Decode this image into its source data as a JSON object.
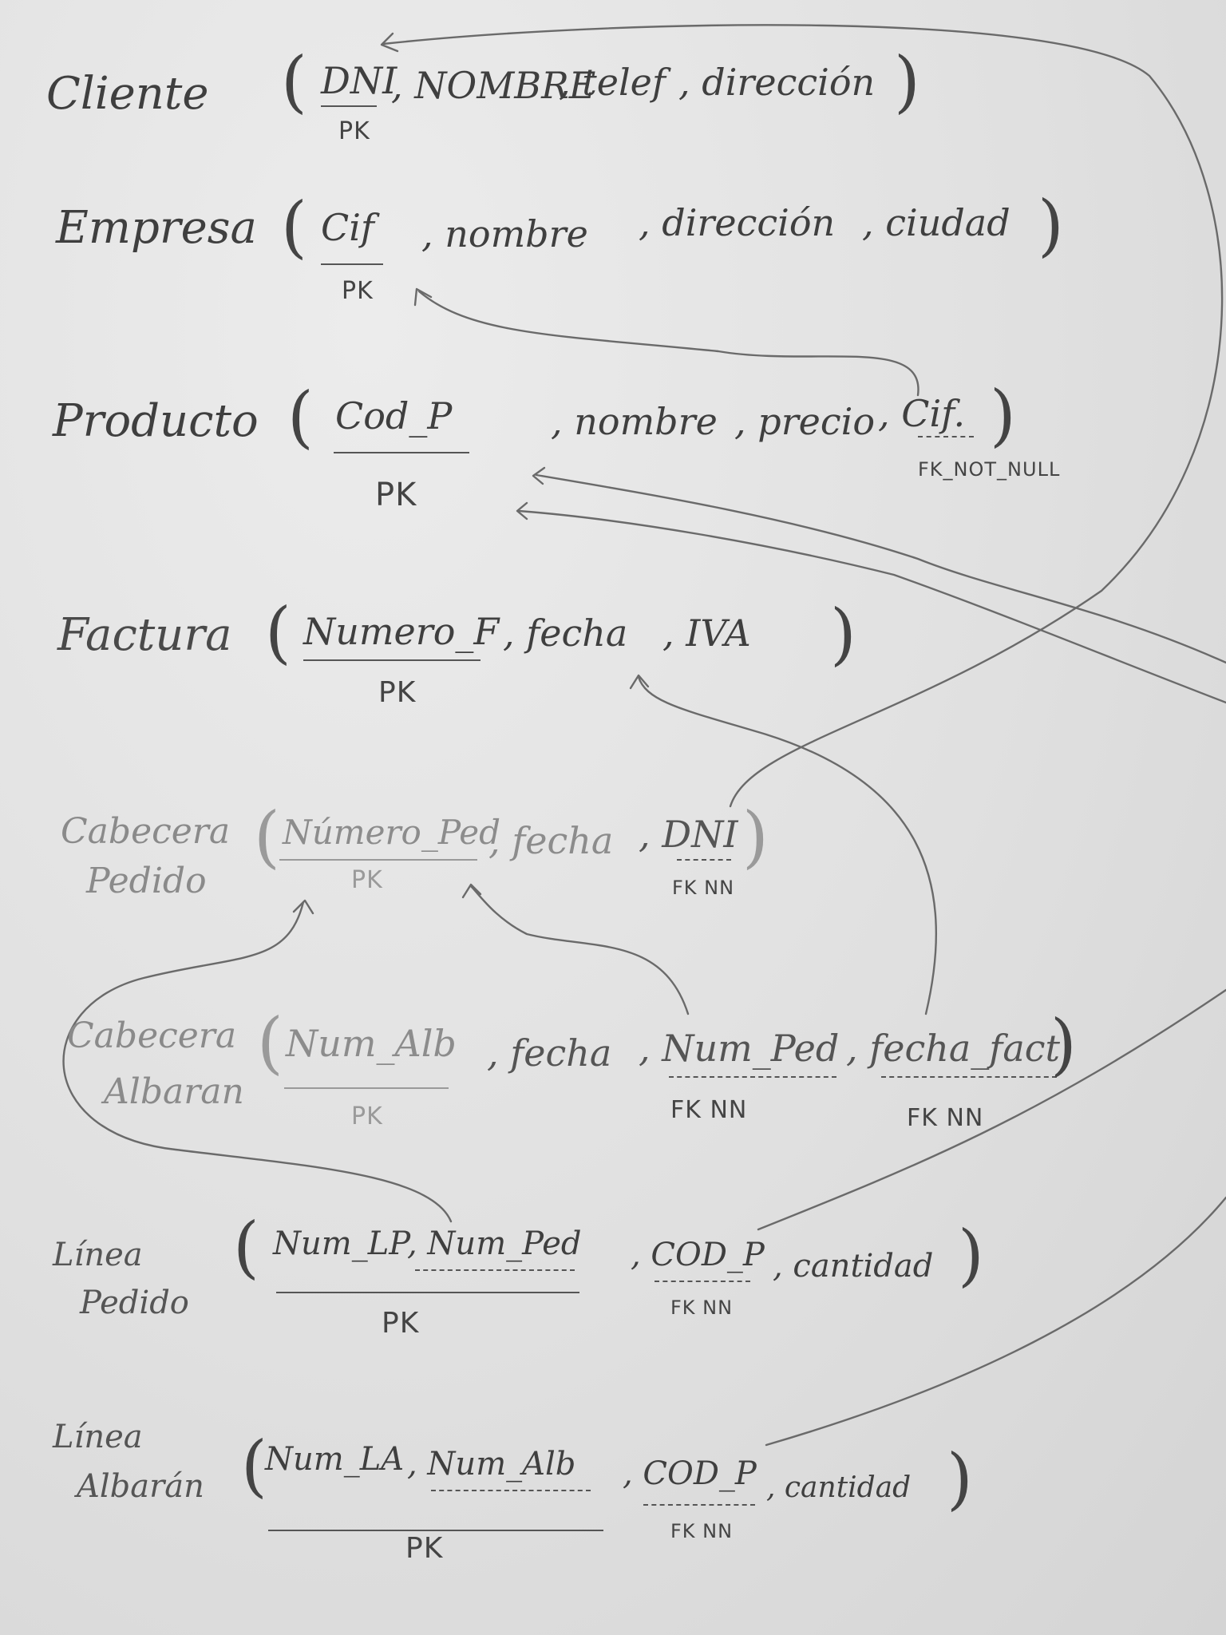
{
  "relations": {
    "cliente": {
      "name": "Cliente",
      "attrs": [
        "DNI",
        ", NOMBRE",
        ", telef",
        ", dirección"
      ],
      "pk": "PK"
    },
    "empresa": {
      "name": "Empresa",
      "attrs": [
        "Cif",
        ", nombre",
        ", dirección",
        ", ciudad"
      ],
      "pk": "PK"
    },
    "producto": {
      "name": "Producto",
      "attrs": [
        "Cod_P",
        ", nombre",
        ", precio",
        ", Cif."
      ],
      "pk": "PK",
      "fk": "FK_NOT_NULL"
    },
    "factura": {
      "name": "Factura",
      "attrs": [
        "Numero_F",
        ", fecha",
        ", IVA"
      ],
      "pk": "PK"
    },
    "cabecera_pedido": {
      "name_line1": "Cabecera",
      "name_line2": "Pedido",
      "attrs": [
        "Número_Ped",
        ", fecha",
        ", DNI"
      ],
      "pk": "PK",
      "fk": "FK NN"
    },
    "cabecera_albaran": {
      "name_line1": "Cabecera",
      "name_line2": "Albaran",
      "attrs": [
        "Num_Alb",
        ", fecha",
        ", Num_Ped",
        ", fecha_fact"
      ],
      "pk": "PK",
      "fk1": "FK NN",
      "fk2": "FK NN"
    },
    "linea_pedido": {
      "name_line1": "Línea",
      "name_line2": "Pedido",
      "attrs": [
        "Num_LP",
        ", Num_Ped",
        ", COD_P",
        ", cantidad"
      ],
      "pk": "PK",
      "fk": "FK NN"
    },
    "linea_albaran": {
      "name_line1": "Línea",
      "name_line2": "Albarán",
      "attrs": [
        "Num_LA",
        ", Num_Alb",
        ", COD_P",
        ", cantidad"
      ],
      "pk": "PK",
      "fk": "FK NN"
    }
  },
  "paren_open": "(",
  "paren_close": ")"
}
